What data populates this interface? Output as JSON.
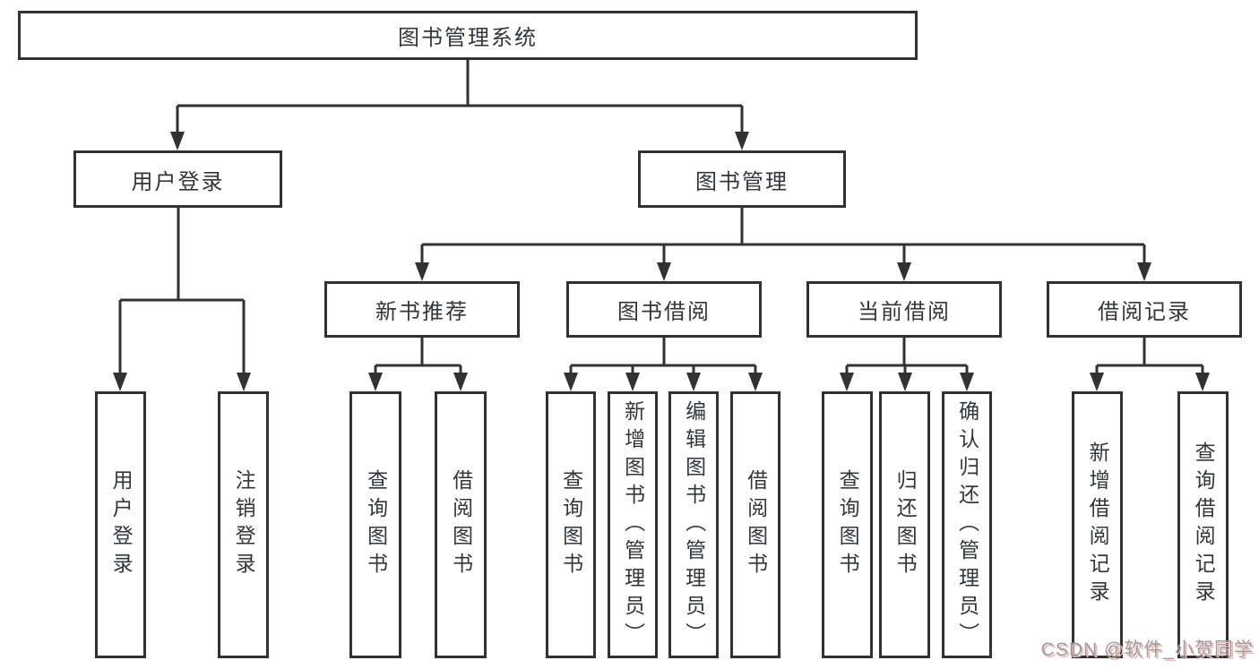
{
  "tree": {
    "label": "图书管理系统",
    "children": [
      {
        "label": "用户登录",
        "children": [
          {
            "label": "用户登录"
          },
          {
            "label": "注销登录"
          }
        ]
      },
      {
        "label": "图书管理",
        "children": [
          {
            "label": "新书推荐",
            "children": [
              {
                "label": "查询图书"
              },
              {
                "label": "借阅图书"
              }
            ]
          },
          {
            "label": "图书借阅",
            "children": [
              {
                "label": "查询图书"
              },
              {
                "label": "新增图书（管理员）"
              },
              {
                "label": "编辑图书（管理员）"
              },
              {
                "label": "借阅图书"
              }
            ]
          },
          {
            "label": "当前借阅",
            "children": [
              {
                "label": "查询图书"
              },
              {
                "label": "归还图书"
              },
              {
                "label": "确认归还（管理员）"
              }
            ]
          },
          {
            "label": "借阅记录",
            "children": [
              {
                "label": "新增借阅记录"
              },
              {
                "label": "查询借阅记录"
              }
            ]
          }
        ]
      }
    ]
  },
  "watermark": {
    "text": "CSDN @软件_小贺同学",
    "color": "#9e9e9e",
    "shadow_color": "#f0b8b4"
  },
  "colors": {
    "line": "#323232",
    "box_border": "#323232",
    "box_fill": "#ffffff",
    "text": "#33373d"
  }
}
